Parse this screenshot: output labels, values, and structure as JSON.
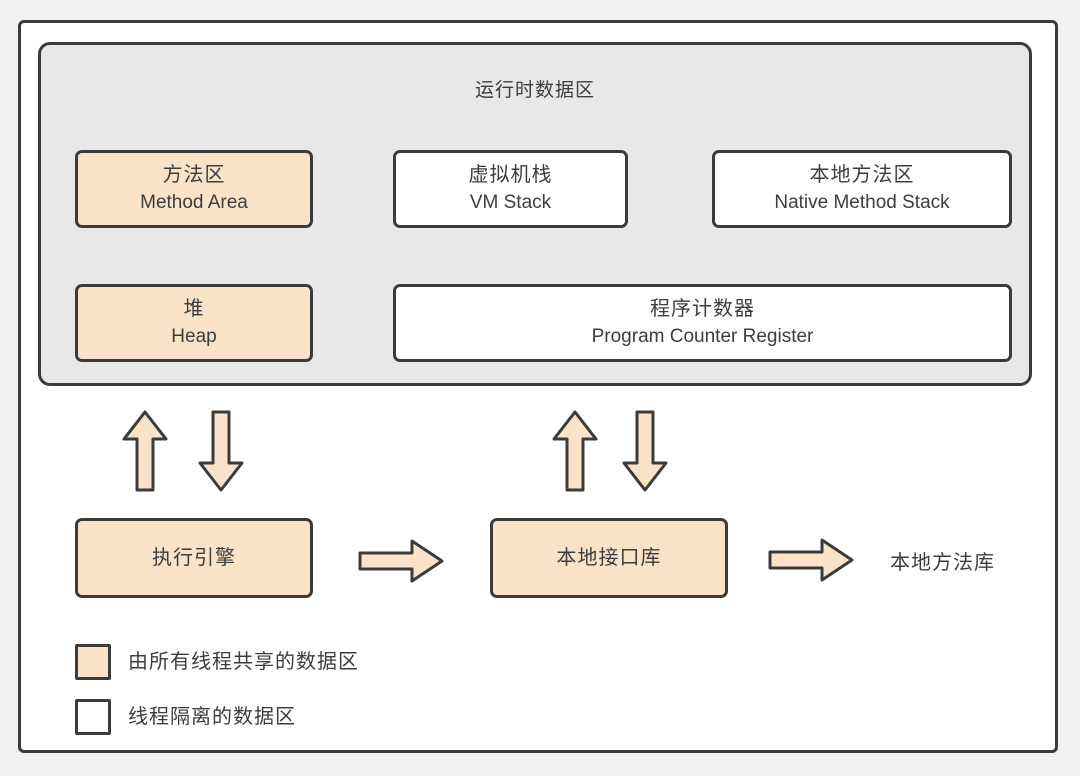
{
  "diagram": {
    "colors": {
      "page_bg": "#f1f1f1",
      "frame_bg": "#ffffff",
      "container_bg": "#e8e8e8",
      "border": "#3b3b3b",
      "shared_fill": "#fae3c8",
      "isolated_fill": "#ffffff",
      "text": "#3d3d3d"
    },
    "runtime_area": {
      "title": "运行时数据区",
      "boxes": {
        "method_area": {
          "zh": "方法区",
          "en": "Method Area"
        },
        "vm_stack": {
          "zh": "虚拟机栈",
          "en": "VM Stack"
        },
        "native_method_stack": {
          "zh": "本地方法区",
          "en": "Native Method Stack"
        },
        "heap": {
          "zh": "堆",
          "en": "Heap"
        },
        "pc_register": {
          "zh": "程序计数器",
          "en": "Program Counter Register"
        }
      }
    },
    "execution_engine": {
      "label": "执行引擎"
    },
    "native_interface": {
      "label": "本地接口库"
    },
    "native_library": {
      "label": "本地方法库"
    },
    "legend": {
      "shared": {
        "label": "由所有线程共享的数据区"
      },
      "isolated": {
        "label": "线程隔离的数据区"
      }
    },
    "icons": {
      "up_arrow": "block-arrow-up",
      "down_arrow": "block-arrow-down",
      "right_arrow": "block-arrow-right"
    }
  }
}
